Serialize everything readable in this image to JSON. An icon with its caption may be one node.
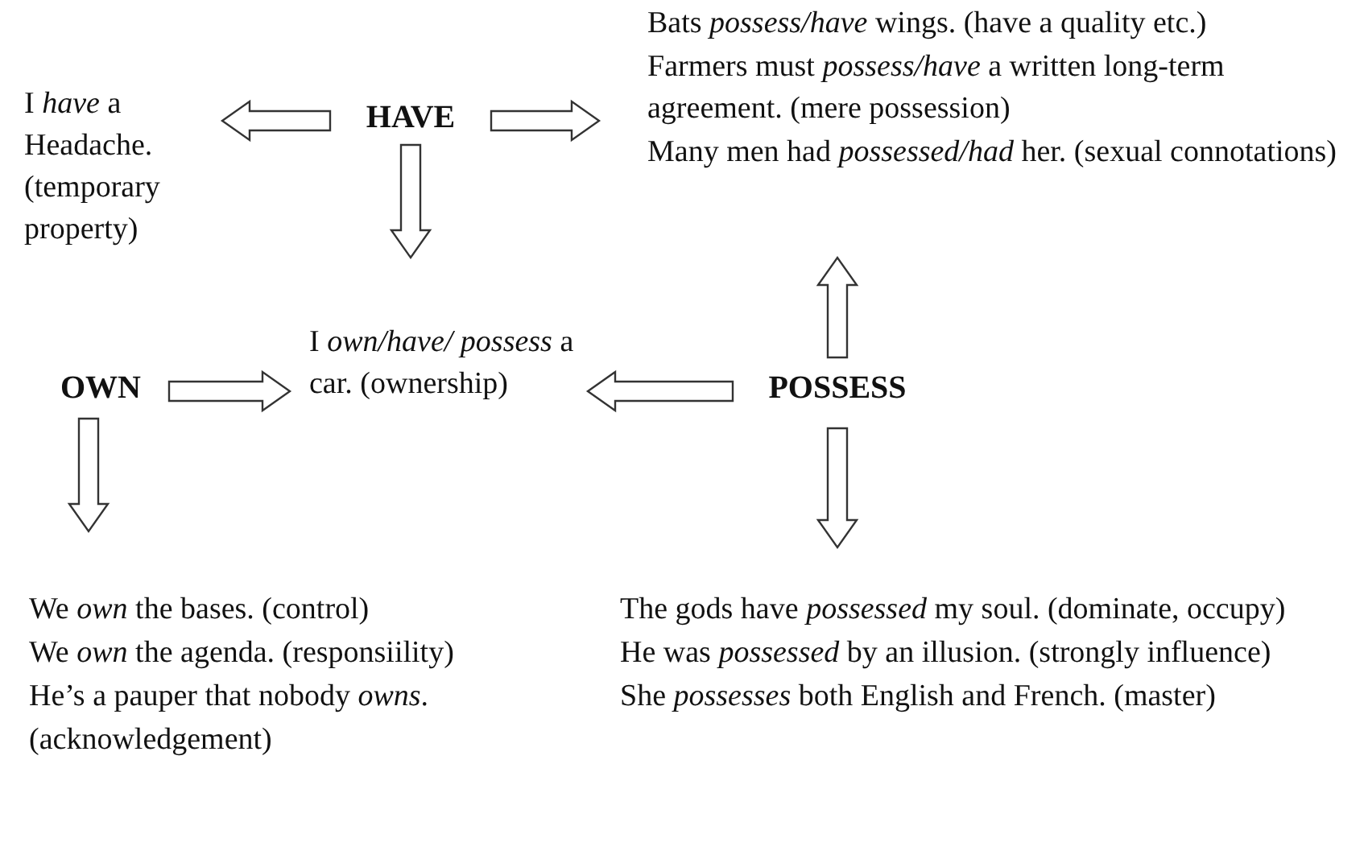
{
  "diagram": {
    "nodes": [
      {
        "text": [
          "HAVE"
        ]
      },
      {
        "text": [
          "I *have* a Headache. (temporary property)"
        ]
      },
      {
        "text": [
          "Bats *possess/have* wings. (have a quality etc.)",
          "Farmers must *possess/have* a written long-term agreement. (mere possession)",
          "Many men had *possessed/had* her. (sexual connotations)"
        ]
      },
      {
        "text": [
          "OWN"
        ]
      },
      {
        "text": [
          "I *own/have/ possess* a car. (ownership)"
        ]
      },
      {
        "text": [
          "POSSESS"
        ]
      },
      {
        "text": [
          "We *own* the bases. (control)",
          "We *own* the agenda. (responsiility)",
          "He’s a pauper that nobody *owns*. (acknowledgement)"
        ]
      },
      {
        "text": [
          "The gods have *possessed* my soul. (dominate, occupy)",
          "He was *possessed* by an illusion. (strongly influence)",
          "She *possesses* both English and French. (master)"
        ]
      }
    ],
    "edges": [
      {
        "from": 0,
        "to": 1,
        "arrow": "to"
      },
      {
        "from": 0,
        "to": 2,
        "arrow": "to"
      },
      {
        "from": 0,
        "to": 4,
        "arrow": "to"
      },
      {
        "from": 3,
        "to": 4,
        "arrow": "to"
      },
      {
        "from": 3,
        "to": 6,
        "arrow": "to"
      },
      {
        "from": 5,
        "to": 4,
        "arrow": "to"
      },
      {
        "from": 5,
        "to": 2,
        "arrow": "to"
      },
      {
        "from": 5,
        "to": 7,
        "arrow": "to"
      }
    ]
  }
}
